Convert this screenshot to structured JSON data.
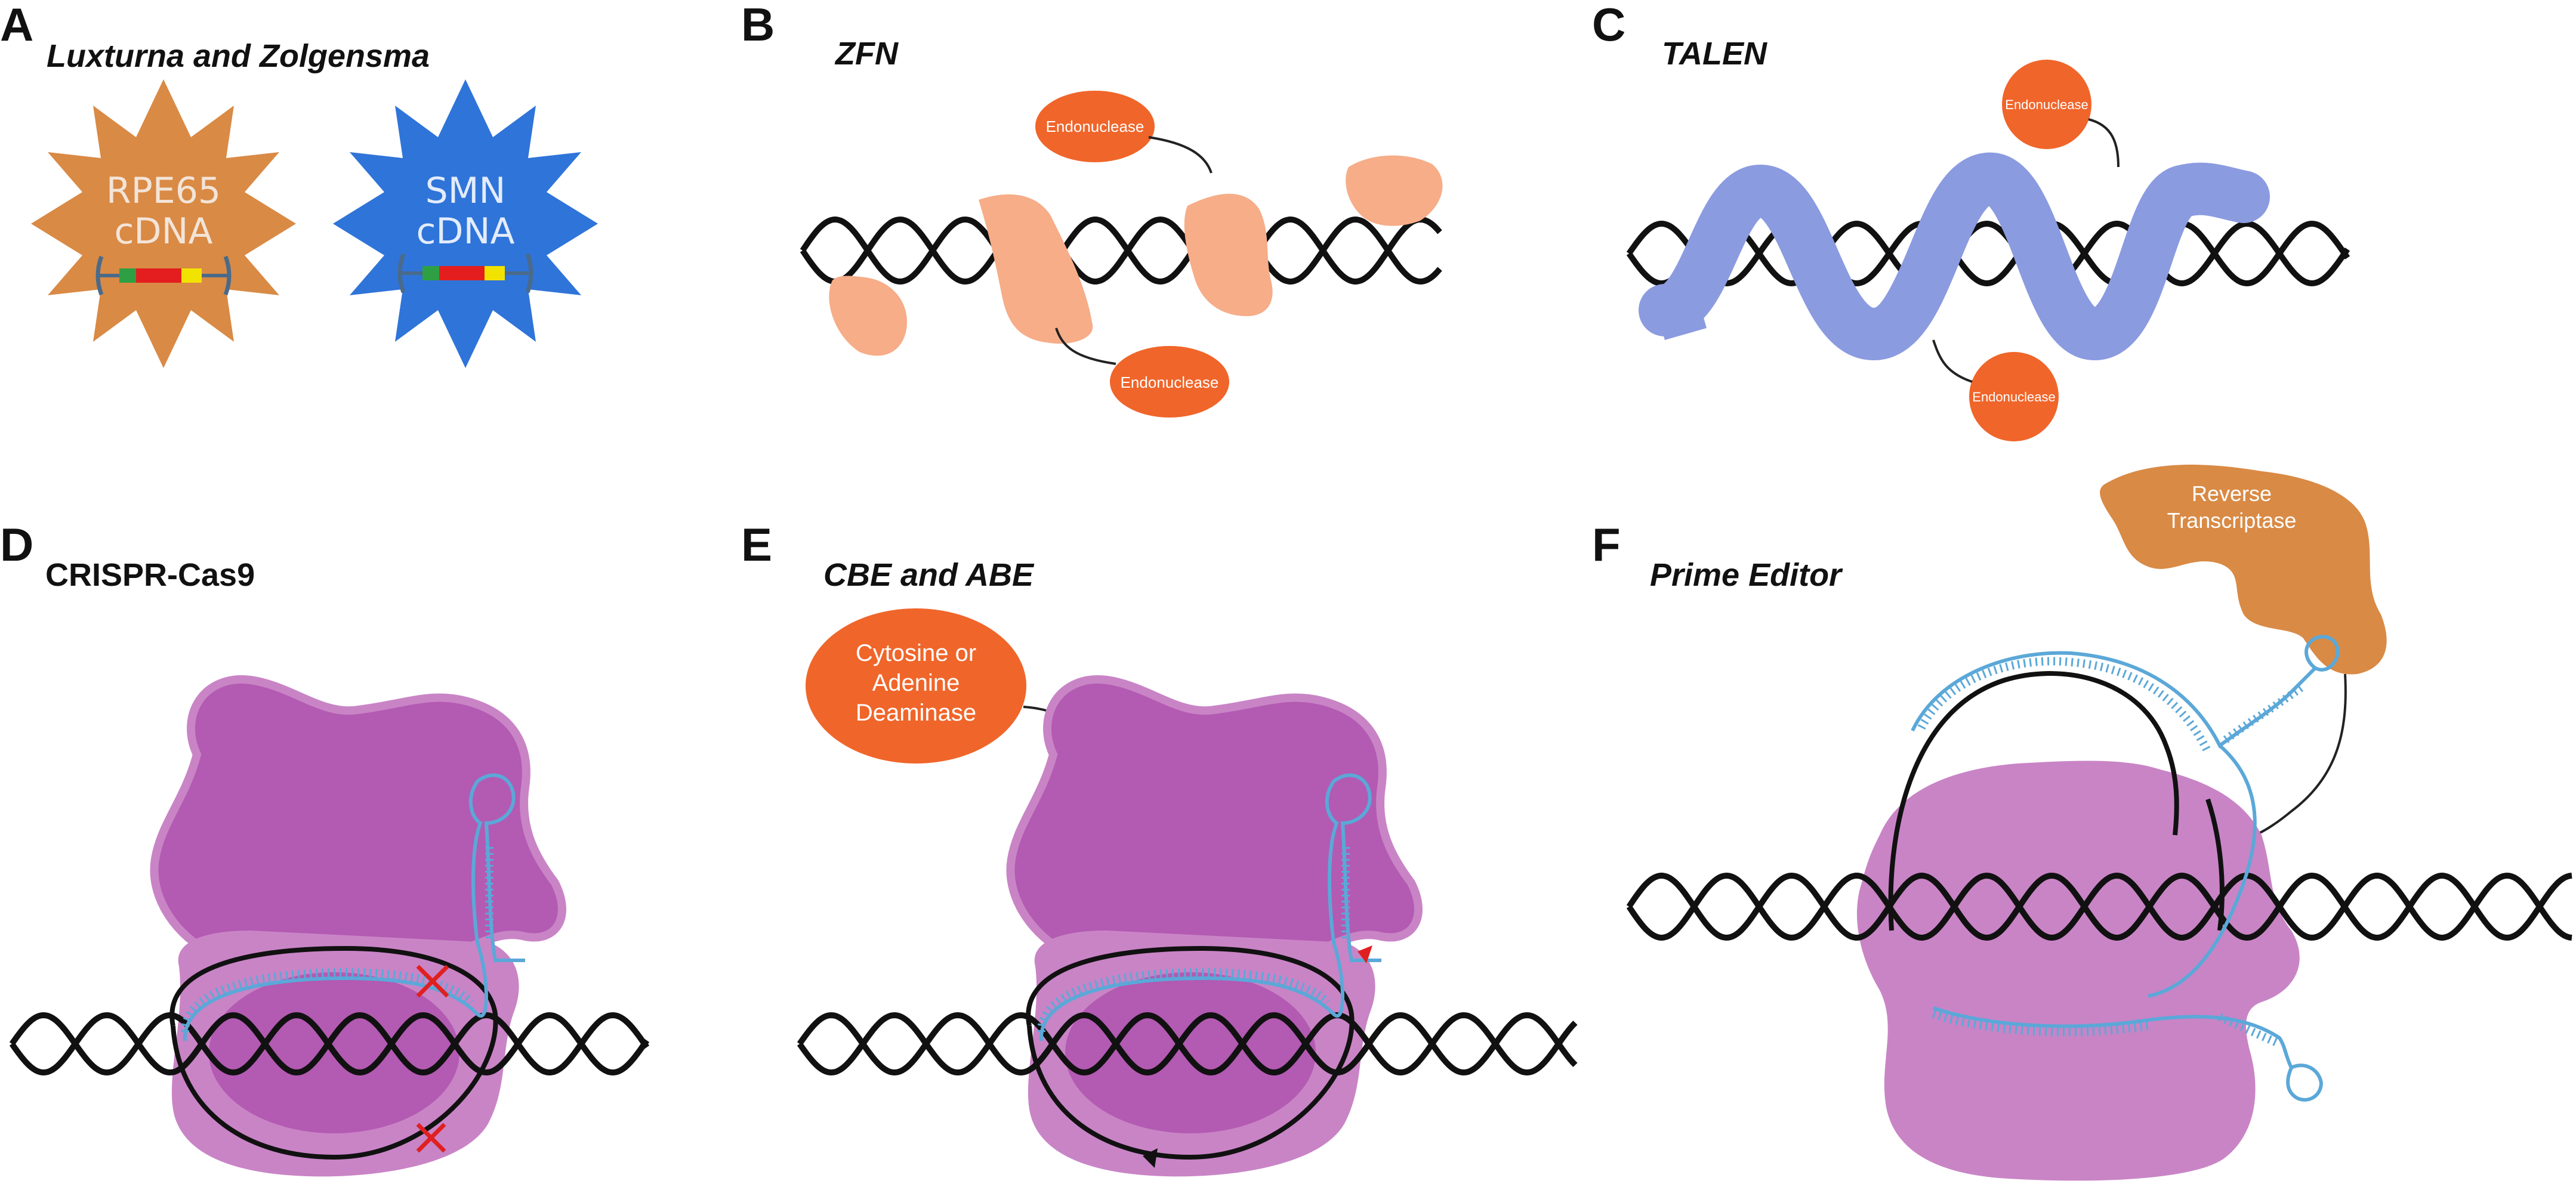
{
  "panels": {
    "a": {
      "letter": "A",
      "title": "Luxturna and Zolgensma",
      "star1": {
        "line1": "RPE65",
        "line2": "cDNA"
      },
      "star2": {
        "line1": "SMN",
        "line2": "cDNA"
      }
    },
    "b": {
      "letter": "B",
      "title": "ZFN",
      "endo_top": "Endonuclease",
      "endo_bottom": "Endonuclease"
    },
    "c": {
      "letter": "C",
      "title": "TALEN",
      "endo_top": "Endonuclease",
      "endo_bottom": "Endonuclease"
    },
    "d": {
      "letter": "D",
      "title": "CRISPR-Cas9"
    },
    "e": {
      "letter": "E",
      "title": "CBE and ABE",
      "deaminase": {
        "line1": "Cytosine or",
        "line2": "Adenine",
        "line3": "Deaminase"
      }
    },
    "f": {
      "letter": "F",
      "title": "Prime Editor",
      "rt": {
        "line1": "Reverse",
        "line2": "Transcriptase"
      }
    }
  },
  "colors": {
    "star_orange": "#d98a45",
    "star_blue": "#2f74d9",
    "zfn_peach": "#f6ad88",
    "talen_blue": "#8b9be0",
    "endonuclease": "#f0652a",
    "cas9_dark": "#b35ab2",
    "cas9_light": "#c984c6",
    "guide_rna": "#5ba8d8",
    "reverse_transcriptase": "#d98a45",
    "cut_marker": "#e02020"
  }
}
